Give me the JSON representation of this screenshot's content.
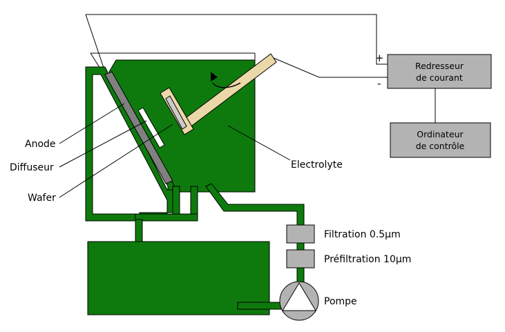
{
  "colors": {
    "electrolyte_green": "#0e7a0d",
    "outline": "#000000",
    "box_gray": "#b3b3b3",
    "holder_beige": "#ebd8a8",
    "anode_gray": "#808080",
    "wafer_gray": "#cccccc"
  },
  "labels": {
    "anode": "Anode",
    "diffuseur": "Diffuseur",
    "wafer": "Wafer",
    "electrolyte": "Electrolyte",
    "filtration": "Filtration 0.5µm",
    "prefiltration": "Préfiltration 10µm",
    "pompe": "Pompe"
  },
  "boxes": {
    "redresseur_line1": "Redresseur",
    "redresseur_line2": "de courant",
    "ordinateur_line1": "Ordinateur",
    "ordinateur_line2": "de contrôle"
  },
  "terminals": {
    "plus": "+",
    "minus": "-"
  },
  "icons": {
    "rotation": "rotation-arrow-icon",
    "pump": "pump-triangle-icon"
  }
}
